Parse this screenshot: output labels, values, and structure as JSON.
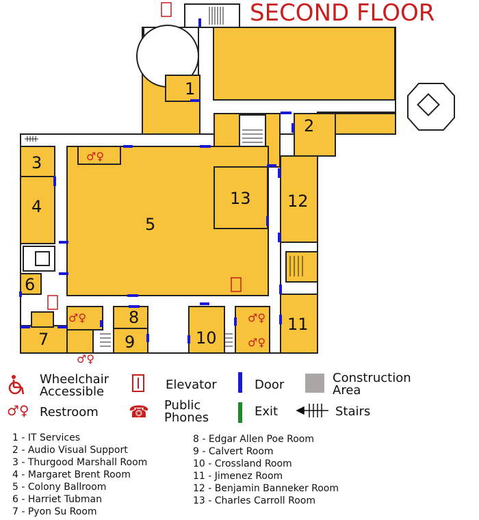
{
  "title": "SECOND FLOOR",
  "colors": {
    "room": "#f8c33a",
    "door": "#1a1ad6",
    "title": "#c81e1e",
    "construction": "#aaa6a6",
    "exit": "#1d8a2a"
  },
  "rooms": [
    {
      "num": "1"
    },
    {
      "num": "2"
    },
    {
      "num": "3"
    },
    {
      "num": "4"
    },
    {
      "num": "5"
    },
    {
      "num": "6"
    },
    {
      "num": "7"
    },
    {
      "num": "8"
    },
    {
      "num": "9"
    },
    {
      "num": "10"
    },
    {
      "num": "11"
    },
    {
      "num": "12"
    },
    {
      "num": "13"
    }
  ],
  "legend": {
    "wheelchair": "Wheelchair Accessible",
    "wheelchair_line1": "Wheelchair",
    "wheelchair_line2": "Accessible",
    "elevator": "Elevator",
    "door": "Door",
    "construction_line1": "Construction",
    "construction_line2": "Area",
    "restroom": "Restroom",
    "phones_line1": "Public",
    "phones_line2": "Phones",
    "exit": "Exit",
    "stairs": "Stairs"
  },
  "room_list": [
    "1 - IT Services",
    "2 - Audio Visual Support",
    "3 - Thurgood Marshall Room",
    "4 - Margaret Brent Room",
    "5 - Colony Ballroom",
    "6 - Harriet Tubman",
    "7 - Pyon Su Room",
    "8 - Edgar Allen Poe Room",
    "9 - Calvert Room",
    "10 - Crossland Room",
    "11 - Jimenez Room",
    "12 - Benjamin Banneker Room",
    "13 - Charles Carroll Room"
  ],
  "icons": [
    "wheelchair-icon",
    "elevator-icon",
    "restroom-icon",
    "phone-icon",
    "stairs-icon",
    "door-icon",
    "exit-icon"
  ]
}
